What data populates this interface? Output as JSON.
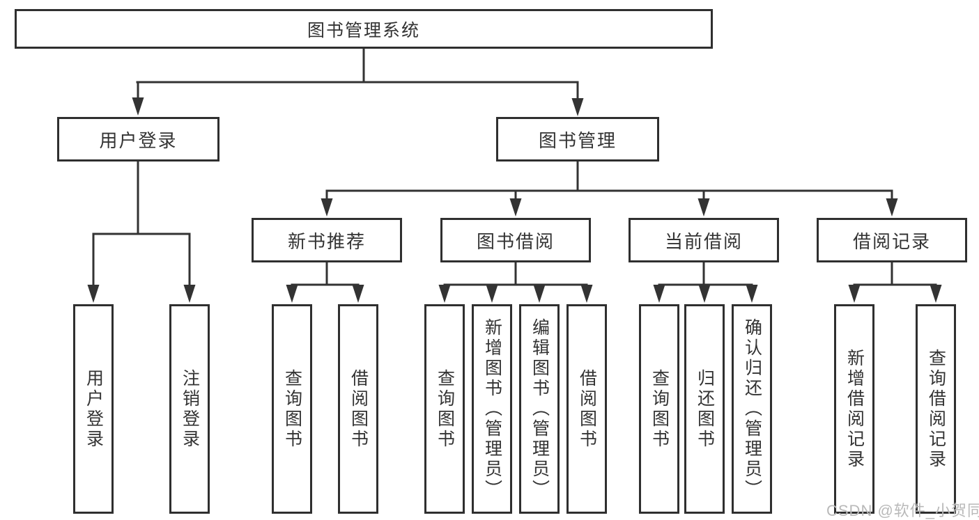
{
  "diagram": {
    "root": {
      "label": "图书管理系统"
    },
    "level2": [
      {
        "label": "用户登录"
      },
      {
        "label": "图书管理"
      }
    ],
    "level3": [
      {
        "label": "新书推荐"
      },
      {
        "label": "图书借阅"
      },
      {
        "label": "当前借阅"
      },
      {
        "label": "借阅记录"
      }
    ],
    "level4_groups": [
      {
        "parent": "用户登录",
        "items": [
          {
            "label": "用户登录"
          },
          {
            "label": "注销登录"
          }
        ]
      },
      {
        "parent": "新书推荐",
        "items": [
          {
            "label": "查询图书"
          },
          {
            "label": "借阅图书"
          }
        ]
      },
      {
        "parent": "图书借阅",
        "items": [
          {
            "label": "查询图书"
          },
          {
            "label": "新增图书（管理员）"
          },
          {
            "label": "编辑图书（管理员）"
          },
          {
            "label": "借阅图书"
          }
        ]
      },
      {
        "parent": "当前借阅",
        "items": [
          {
            "label": "查询图书"
          },
          {
            "label": "归还图书"
          },
          {
            "label": "确认归还（管理员）"
          }
        ]
      },
      {
        "parent": "借阅记录",
        "items": [
          {
            "label": "新增借阅记录"
          },
          {
            "label": "查询借阅记录"
          }
        ]
      }
    ]
  },
  "watermark": {
    "text": "CSDN @软件_小贺同学"
  },
  "colors": {
    "line": "#333333",
    "box_border": "#2f2f2f",
    "text": "#333333",
    "background": "#ffffff",
    "watermark": "#b9b9b9"
  }
}
